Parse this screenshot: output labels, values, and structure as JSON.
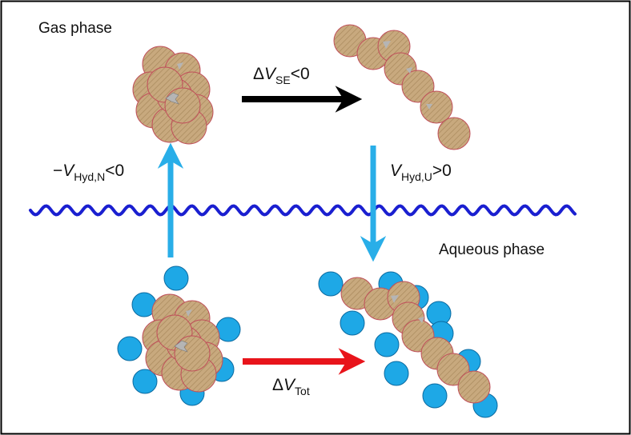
{
  "labels": {
    "gas_phase": "Gas phase",
    "aqueous_phase": "Aqueous phase"
  },
  "transitions": {
    "gas_unfolding": {
      "prefix": "Δ",
      "symbol": "V",
      "subscript": "SE",
      "relation": "<0"
    },
    "hydration_unfolded": {
      "prefix": "",
      "symbol": "V",
      "subscript": "Hyd,U",
      "relation": ">0"
    },
    "dehydration_native": {
      "prefix": "−",
      "symbol": "V",
      "subscript": "Hyd,N",
      "relation": "<0"
    },
    "total": {
      "prefix": "Δ",
      "symbol": "V",
      "subscript": "Tot",
      "relation": ""
    }
  },
  "colors": {
    "border": "#000000",
    "protein_fill": "#c8a97e",
    "protein_hatch": "#a8885c",
    "protein_outline": "#c0505a",
    "cavity": "#b5b5b5",
    "water": "#1ea8e6",
    "water_outline": "#0b6aa0",
    "interface": "#1a1fd0",
    "arrow_gas": "#000000",
    "arrow_hydration": "#29aee8",
    "arrow_total": "#e8141b"
  }
}
